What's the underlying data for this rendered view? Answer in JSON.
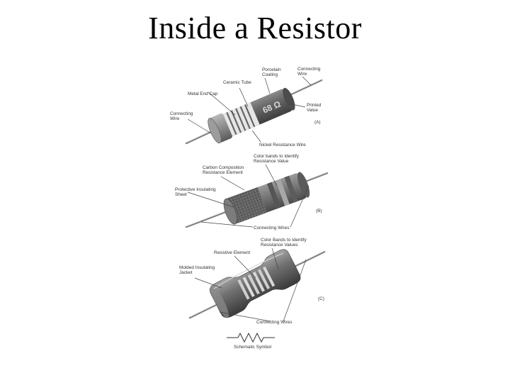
{
  "title": "Inside a Resistor",
  "figure": {
    "A": {
      "tag": "(A)",
      "printed_value": "68 Ω",
      "labels": {
        "porcelain": [
          "Porcelain",
          "Coating"
        ],
        "connecting_wire_top": [
          "Connecting",
          "Wire"
        ],
        "ceramic_tube": [
          "Ceramic Tube"
        ],
        "metal_end_cap": [
          "Metal End Cap"
        ],
        "printed_value": [
          "Printed",
          "Value"
        ],
        "connecting_wire_left": [
          "Connecting",
          "Wire"
        ],
        "nickel_wire": [
          "Nickel Resistance Wire"
        ]
      }
    },
    "B": {
      "tag": "(B)",
      "labels": {
        "color_bands": [
          "Color bands to Identify",
          "Resistance Value"
        ],
        "carbon_element": [
          "Carbon Composition",
          "Resistance Element"
        ],
        "protective_sheet": [
          "Protective Insulating",
          "Sheet"
        ],
        "connecting_wires": [
          "Connecting Wires"
        ]
      }
    },
    "C": {
      "tag": "(C)",
      "labels": {
        "color_bands": [
          "Color Bands to Identify",
          "Resistance Values"
        ],
        "resistive_element": [
          "Resistive Element"
        ],
        "molded_jacket": [
          "Molded Insulating",
          "Jacket"
        ],
        "connecting_wires": [
          "Connecting Wires"
        ]
      }
    },
    "schematic_label": "Schematic Symbol"
  }
}
